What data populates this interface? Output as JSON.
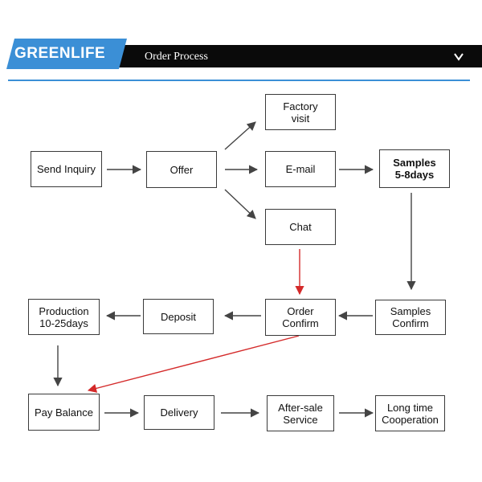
{
  "header": {
    "brand": "GREENLIFE",
    "title": "Order Process",
    "colors": {
      "brand_blue": "#3b8fd6",
      "bar": "#0a0a0a",
      "accent_line": "#3b8fd6"
    },
    "icon": "chevron-down-icon"
  },
  "diagram": {
    "nodes": {
      "send_inquiry": "Send Inquiry",
      "offer": "Offer",
      "factory_visit": "Factory\nvisit",
      "email": "E-mail",
      "chat": "Chat",
      "samples": "Samples\n5-8days",
      "samples_confirm": "Samples\nConfirm",
      "order_confirm": "Order\nConfirm",
      "deposit": "Deposit",
      "production": "Production\n10-25days",
      "pay_balance": "Pay Balance",
      "delivery": "Delivery",
      "after_sale": "After-sale\nService",
      "long_time": "Long time\nCooperation"
    },
    "colors": {
      "arrow": "#444444",
      "highlight_arrow": "#d42a2a",
      "border": "#3a3a3a"
    }
  }
}
